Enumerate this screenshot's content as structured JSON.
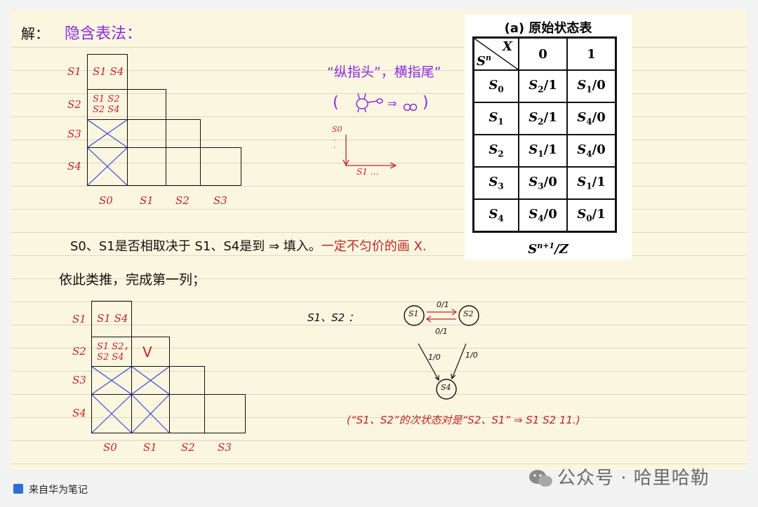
{
  "notes": {
    "header": "解：",
    "method": "隐含表法：",
    "tip": "“纵指头”，横指尾”",
    "tip_paren": "(",
    "tip_arrow": "⇒",
    "tip_paren_close": ")",
    "axis_v": "S0",
    "axis_h": "S1 …",
    "line1_prefix": "S0、S1是否相取决于 S1、S4是到 ⇒ 填入。",
    "line1_suffix": "一定不匀价的画 X.",
    "line2": "依此类推，完成第一列；",
    "pair_label": "S1、S2 ：",
    "arc_top": "0/1",
    "arc_bottom": "0/1",
    "arc_left": "1/0",
    "arc_right": "1/0",
    "conclusion": "(“S1、S2”的次状态对是“S2、S1” ⇒ S1 S2 11.)"
  },
  "grid1": {
    "row_labels": [
      "S1",
      "S2",
      "S3",
      "S4"
    ],
    "col_labels": [
      "S0",
      "S1",
      "S2",
      "S3"
    ],
    "c_s1_s0": "S1 S4",
    "c_s2_s0_a": "S1 S2",
    "c_s2_s0_b": "S2 S4"
  },
  "grid2": {
    "row_labels": [
      "S1",
      "S2",
      "S3",
      "S4"
    ],
    "col_labels": [
      "S0",
      "S1",
      "S2",
      "S3"
    ],
    "c_s1_s0": "S1 S4",
    "c_s2_s0_a": "S1 S2，",
    "c_s2_s0_b": "S2 S4",
    "check": "V"
  },
  "diagram_states": [
    "S1",
    "S2",
    "S4"
  ],
  "table": {
    "caption": "(a) 原始状态表",
    "header_x": "X",
    "header_s": "S",
    "header_s_sup": "n",
    "cols": [
      "0",
      "1"
    ],
    "rows": [
      {
        "s": "S",
        "sub": "0",
        "c0": "S",
        "c0sub": "2",
        "c0v": "/1",
        "c1": "S",
        "c1sub": "1",
        "c1v": "/0"
      },
      {
        "s": "S",
        "sub": "1",
        "c0": "S",
        "c0sub": "2",
        "c0v": "/1",
        "c1": "S",
        "c1sub": "4",
        "c1v": "/0"
      },
      {
        "s": "S",
        "sub": "2",
        "c0": "S",
        "c0sub": "1",
        "c0v": "/1",
        "c1": "S",
        "c1sub": "4",
        "c1v": "/0"
      },
      {
        "s": "S",
        "sub": "3",
        "c0": "S",
        "c0sub": "3",
        "c0v": "/0",
        "c1": "S",
        "c1sub": "1",
        "c1v": "/1"
      },
      {
        "s": "S",
        "sub": "4",
        "c0": "S",
        "c0sub": "4",
        "c0v": "/0",
        "c1": "S",
        "c1sub": "0",
        "c1v": "/1"
      }
    ],
    "footer_s": "S",
    "footer_sup": "n+1",
    "footer_z": "/Z"
  },
  "footer": {
    "source": "来自华为笔记",
    "watermark": "公众号 · 哈里哈勒"
  }
}
